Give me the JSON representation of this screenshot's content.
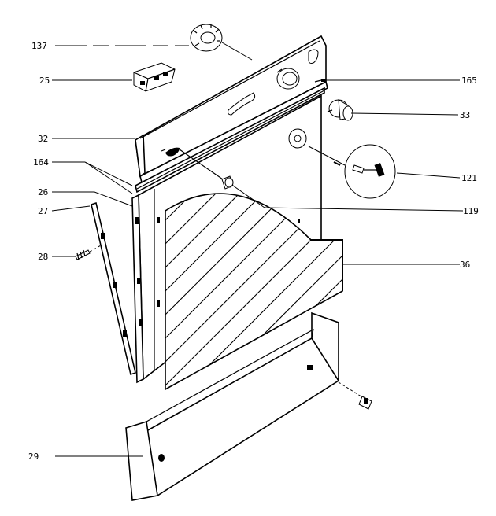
{
  "labels": {
    "l137": "137",
    "l25": "25",
    "l165": "165",
    "l33": "33",
    "l32": "32",
    "l164": "164",
    "l121": "121",
    "l26": "26",
    "l119": "119",
    "l27": "27",
    "l28": "28",
    "l36": "36",
    "l29": "29"
  },
  "colors": {
    "ink": "#000000",
    "paper": "#ffffff"
  }
}
